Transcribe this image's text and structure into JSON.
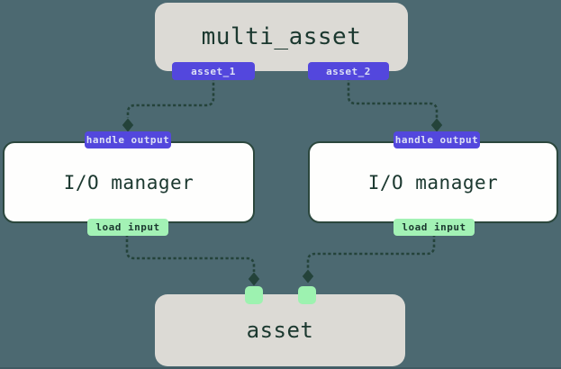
{
  "diagram": {
    "title_node": {
      "label": "multi_asset"
    },
    "output_badges": [
      {
        "label": "asset_1"
      },
      {
        "label": "asset_2"
      }
    ],
    "io_managers": [
      {
        "label": "I/O manager",
        "top_badge": "handle output",
        "bottom_badge": "load input"
      },
      {
        "label": "I/O manager",
        "top_badge": "handle output",
        "bottom_badge": "load input"
      }
    ],
    "asset_node": {
      "label": "asset",
      "input_port_count": 2
    },
    "connectors": [
      {
        "from": "asset_1",
        "to": "handle output (left I/O manager)",
        "style": "dashed, diamond arrowhead"
      },
      {
        "from": "asset_2",
        "to": "handle output (right I/O manager)",
        "style": "dashed, diamond arrowhead"
      },
      {
        "from": "load input (left I/O manager)",
        "to": "asset left port",
        "style": "dashed, diamond arrowhead"
      },
      {
        "from": "load input (right I/O manager)",
        "to": "asset right port",
        "style": "dashed, diamond arrowhead"
      }
    ],
    "colors": {
      "background": "#4C6971",
      "node_gray": "#DCDAD5",
      "node_white": "#FEFEFD",
      "node_border": "#2B473D",
      "text_dark_green": "#1B382F",
      "badge_purple": "#5347DD",
      "badge_purple_text": "#DCE0F5",
      "badge_mint": "#A3F2B5",
      "port_mint": "#9DF2B0",
      "connector": "#24433A"
    }
  }
}
